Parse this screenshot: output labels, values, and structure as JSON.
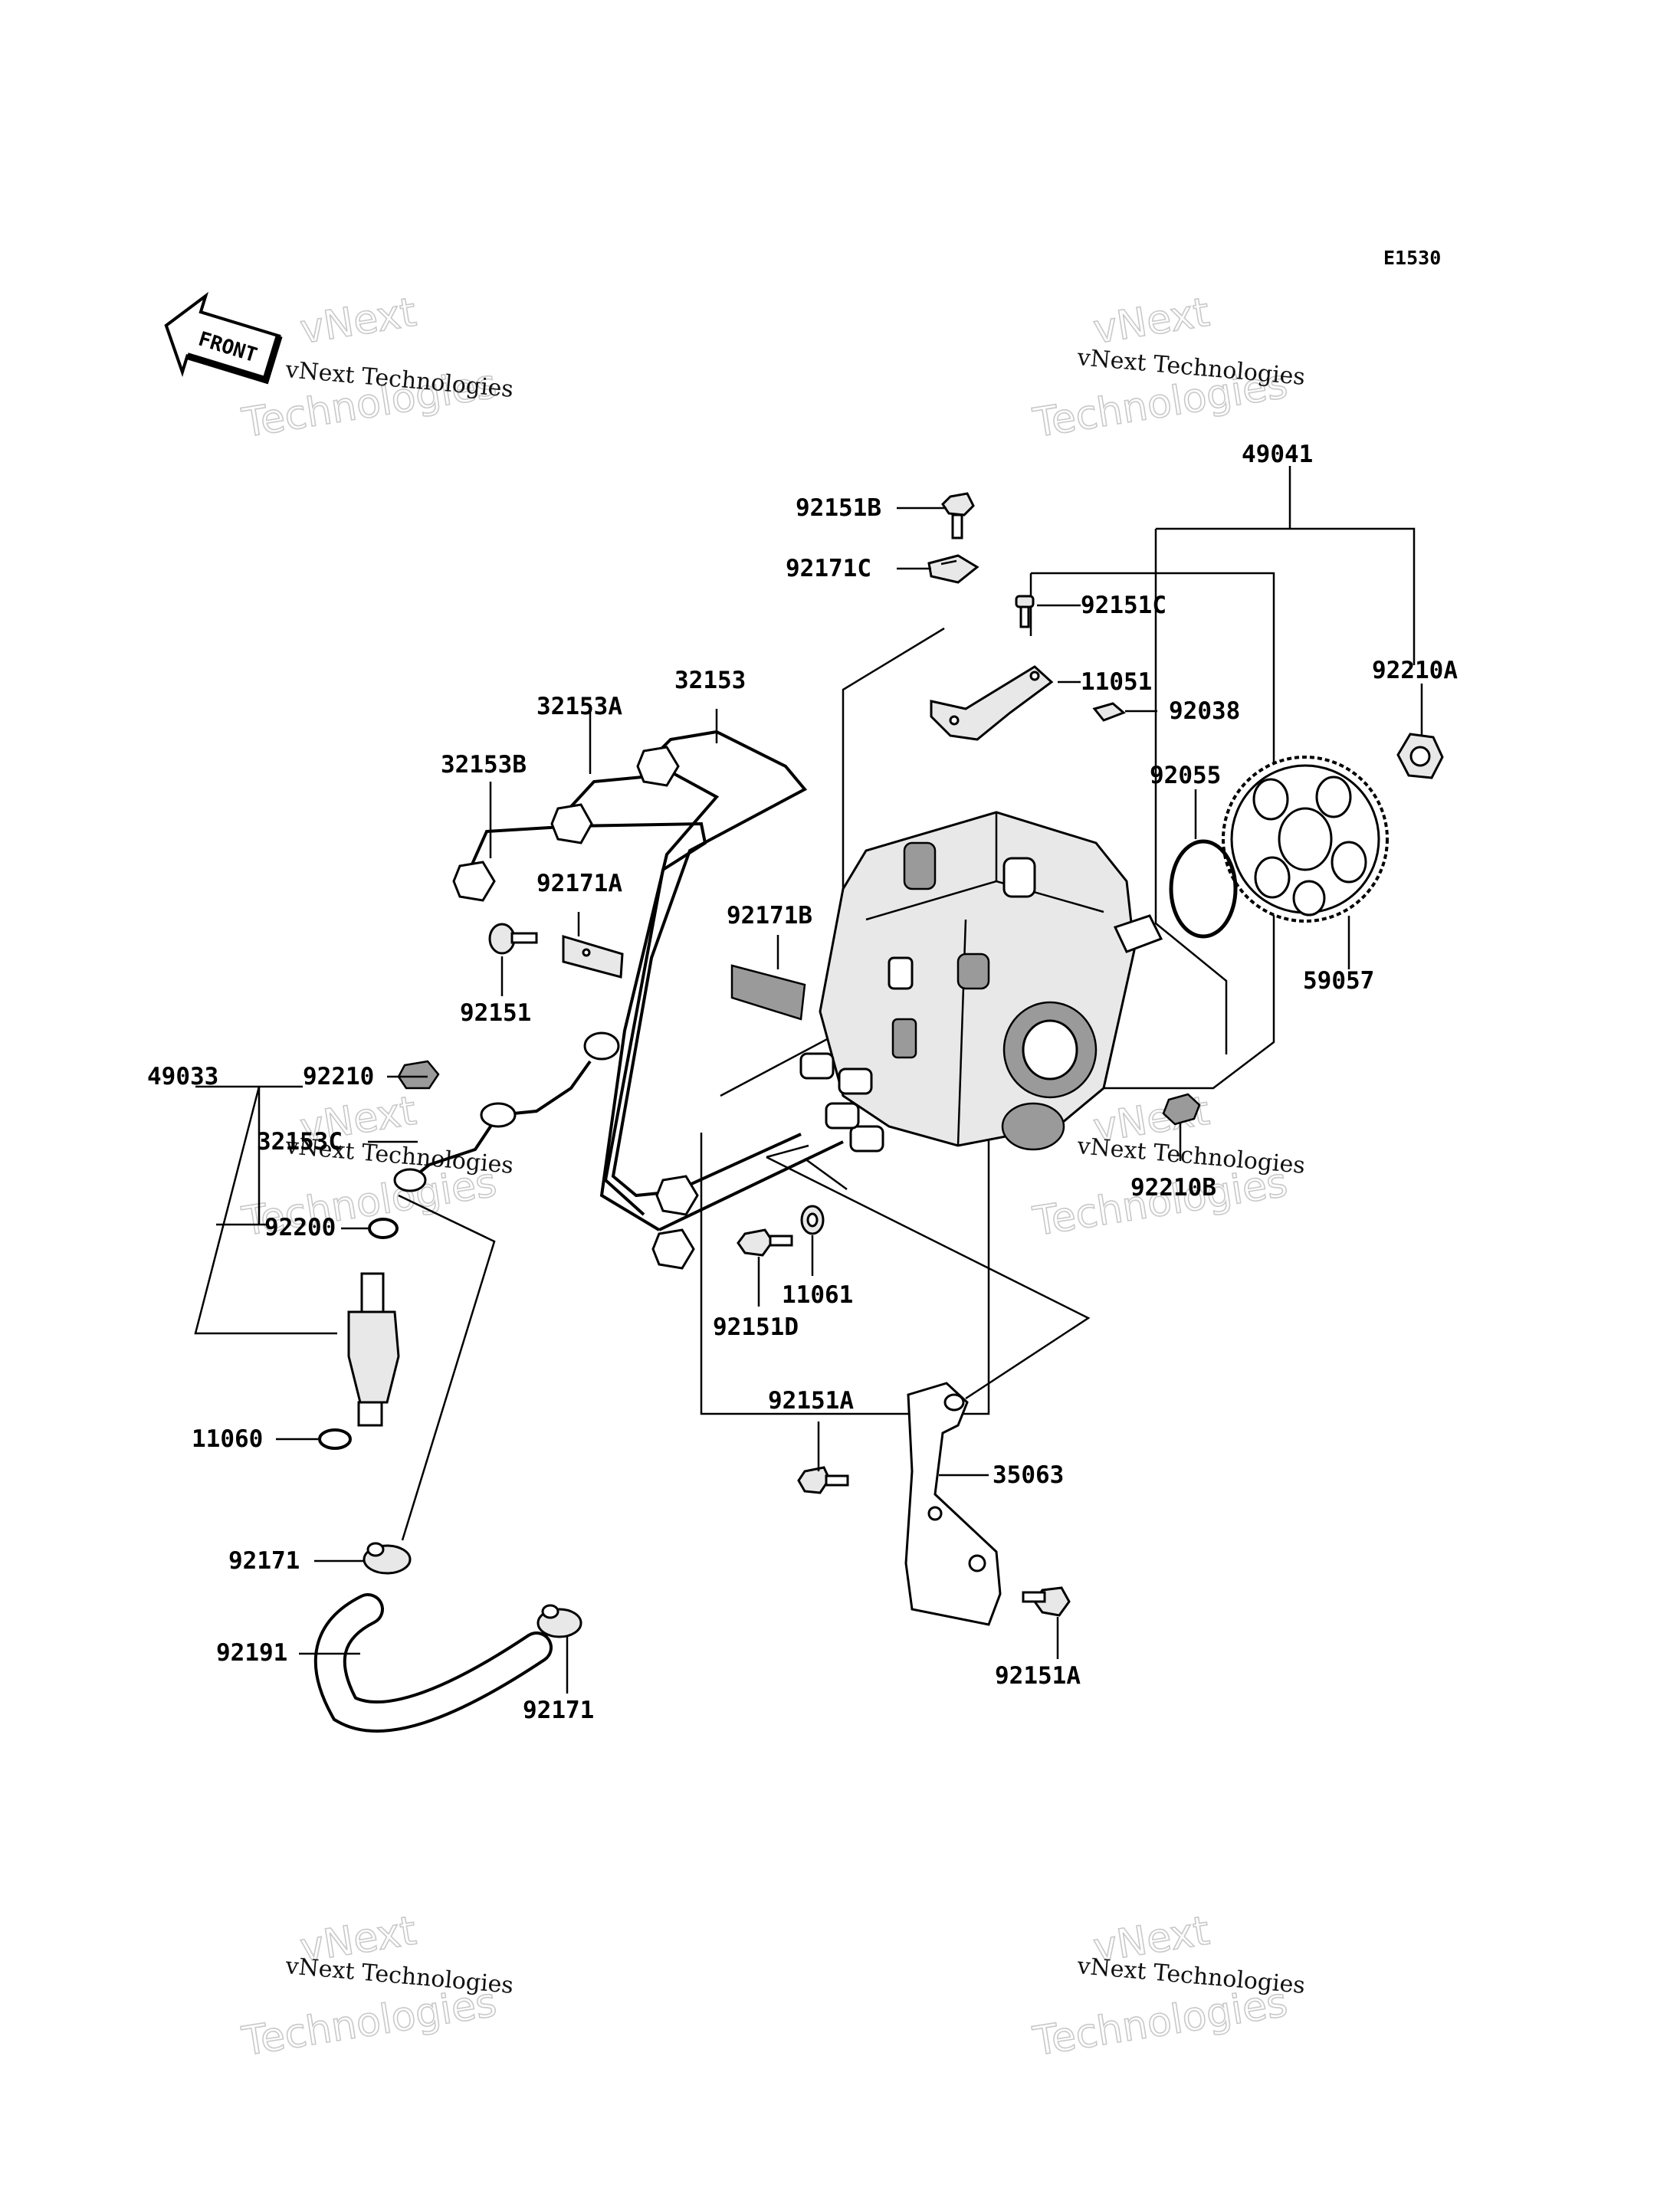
{
  "diagram_code": "E1530",
  "front_marker": "FRONT",
  "watermark": {
    "small": "vNext Technologies",
    "big_top": "vNext",
    "big_bottom": "Technologies"
  },
  "parts": {
    "p49041": "49041",
    "p92151B": "92151B",
    "p92171C": "92171C",
    "p92151C": "92151C",
    "p92210A": "92210A",
    "p11051": "11051",
    "p92038": "92038",
    "p32153": "32153",
    "p32153A": "32153A",
    "p32153B": "32153B",
    "p92055": "92055",
    "p92171A": "92171A",
    "p92171B": "92171B",
    "p92151": "92151",
    "p59057": "59057",
    "p49033": "49033",
    "p92210": "92210",
    "p32153C": "32153C",
    "p92210B": "92210B",
    "p92200": "92200",
    "p11061": "11061",
    "p92151D": "92151D",
    "p92151A_top": "92151A",
    "p11060": "11060",
    "p35063": "35063",
    "p92171_left": "92171",
    "p92191": "92191",
    "p92151A_bottom": "92151A",
    "p92171_right": "92171"
  }
}
